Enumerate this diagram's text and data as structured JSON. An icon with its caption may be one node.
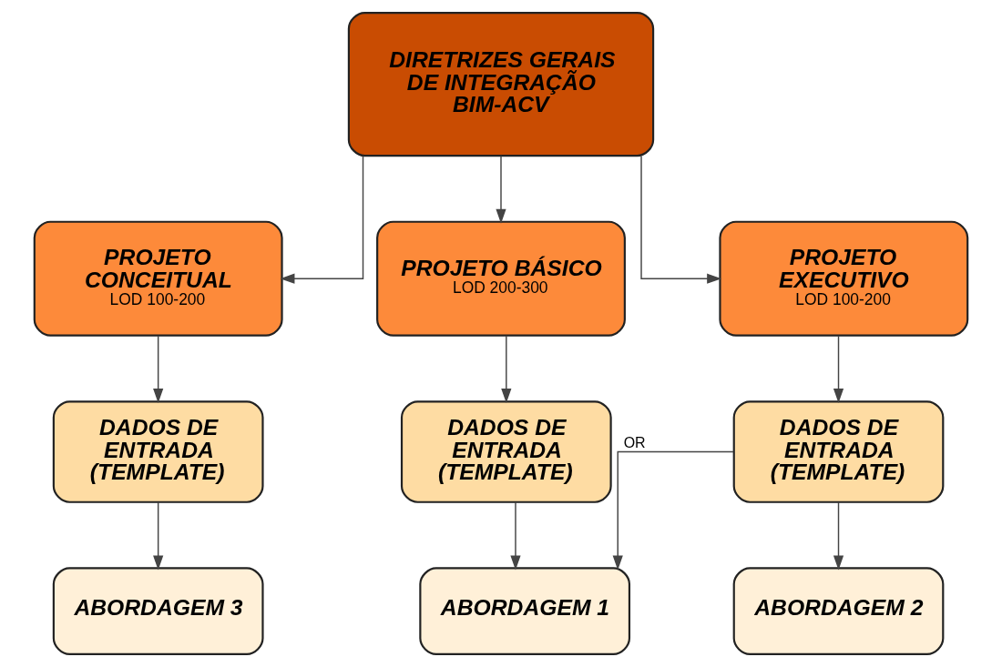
{
  "diagram": {
    "nodes": [
      {
        "text": [
          "DIRETRIZES GERAIS DE INTEGRAÇÃO BIM-ACV"
        ]
      },
      {
        "text": [
          "PROJETO CONCEITUAL",
          "LOD 100-200"
        ]
      },
      {
        "text": [
          "PROJETO BÁSICO",
          "LOD 200-300"
        ]
      },
      {
        "text": [
          "PROJETO EXECUTIVO",
          "LOD 100-200"
        ]
      },
      {
        "text": [
          "DADOS DE ENTRADA (TEMPLATE)"
        ]
      },
      {
        "text": [
          "DADOS DE ENTRADA (TEMPLATE)"
        ]
      },
      {
        "text": [
          "DADOS DE ENTRADA (TEMPLATE)"
        ]
      },
      {
        "text": [
          "ABORDAGEM 3"
        ]
      },
      {
        "text": [
          "ABORDAGEM 1"
        ]
      },
      {
        "text": [
          "ABORDAGEM 2"
        ]
      }
    ],
    "edges": [
      {
        "from": 0,
        "to": 1,
        "arrow": "to"
      },
      {
        "from": 0,
        "to": 2,
        "arrow": "to"
      },
      {
        "from": 0,
        "to": 3,
        "arrow": "to"
      },
      {
        "from": 1,
        "to": 4,
        "arrow": "to"
      },
      {
        "from": 2,
        "to": 5,
        "arrow": "to"
      },
      {
        "from": 3,
        "to": 6,
        "arrow": "to"
      },
      {
        "from": 4,
        "to": 7,
        "arrow": "to"
      },
      {
        "from": 5,
        "to": 8,
        "arrow": "to"
      },
      {
        "from": 6,
        "to": 8,
        "arrow": "to",
        "label": "OR"
      },
      {
        "from": 6,
        "to": 9,
        "arrow": "to"
      }
    ]
  }
}
